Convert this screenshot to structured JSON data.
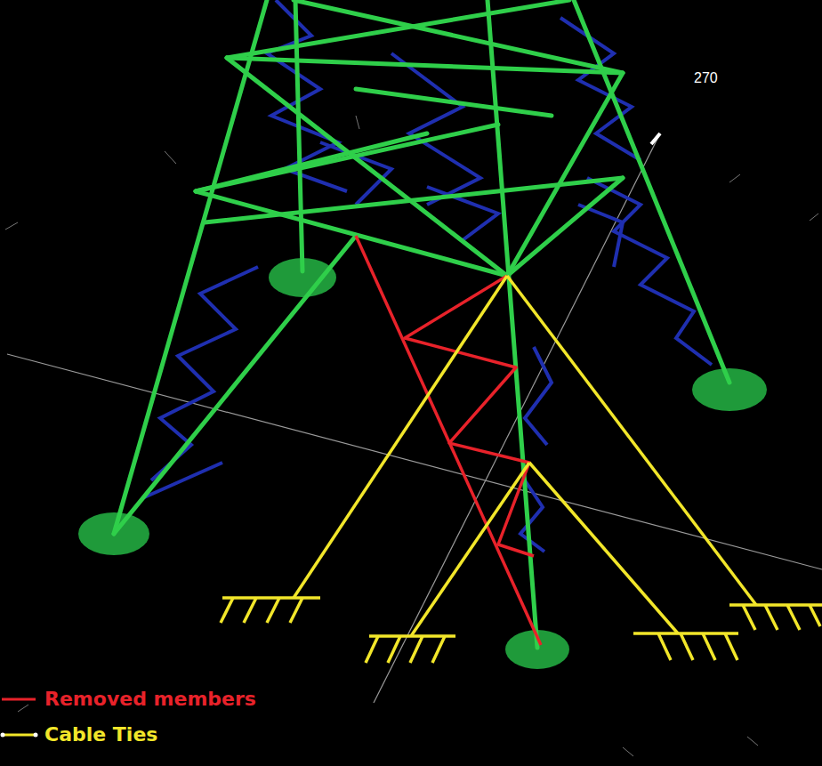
{
  "diagram": {
    "labels": [
      "270"
    ],
    "legend": [
      {
        "text": "Removed members"
      },
      {
        "text": "Cable Ties"
      }
    ]
  }
}
